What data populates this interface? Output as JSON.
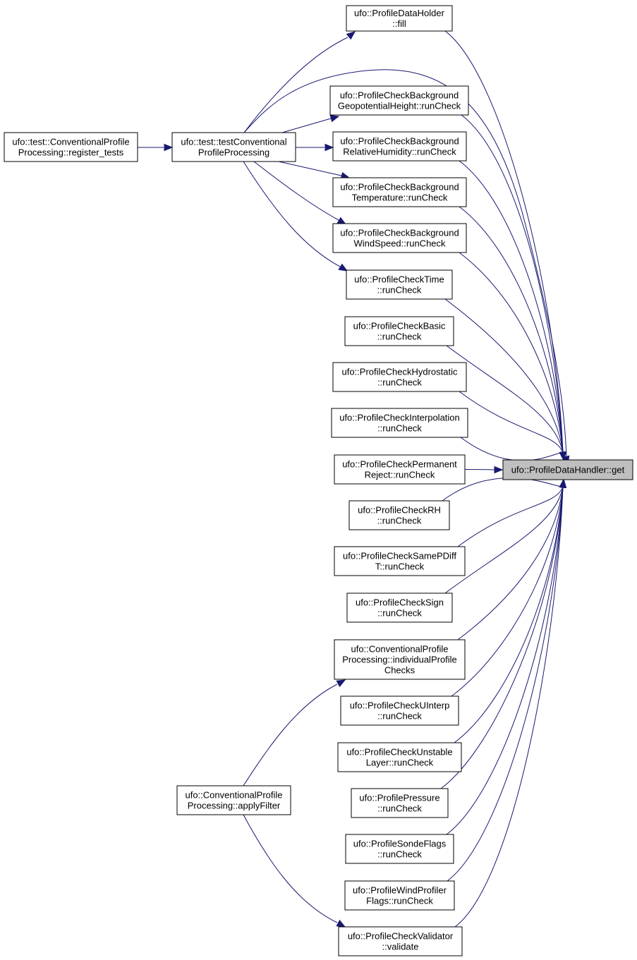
{
  "graph": {
    "nodes": [
      {
        "id": "fill",
        "lines": [
          "ufo::ProfileDataHolder",
          "::fill"
        ]
      },
      {
        "id": "bg_geo",
        "lines": [
          "ufo::ProfileCheckBackground",
          "GeopotentialHeight::runCheck"
        ]
      },
      {
        "id": "bg_rh",
        "lines": [
          "ufo::ProfileCheckBackground",
          "RelativeHumidity::runCheck"
        ]
      },
      {
        "id": "bg_temp",
        "lines": [
          "ufo::ProfileCheckBackground",
          "Temperature::runCheck"
        ]
      },
      {
        "id": "bg_ws",
        "lines": [
          "ufo::ProfileCheckBackground",
          "WindSpeed::runCheck"
        ]
      },
      {
        "id": "time",
        "lines": [
          "ufo::ProfileCheckTime",
          "::runCheck"
        ]
      },
      {
        "id": "basic",
        "lines": [
          "ufo::ProfileCheckBasic",
          "::runCheck"
        ]
      },
      {
        "id": "hydro",
        "lines": [
          "ufo::ProfileCheckHydrostatic",
          "::runCheck"
        ]
      },
      {
        "id": "interp",
        "lines": [
          "ufo::ProfileCheckInterpolation",
          "::runCheck"
        ]
      },
      {
        "id": "perm",
        "lines": [
          "ufo::ProfileCheckPermanent",
          "Reject::runCheck"
        ]
      },
      {
        "id": "rh",
        "lines": [
          "ufo::ProfileCheckRH",
          "::runCheck"
        ]
      },
      {
        "id": "same",
        "lines": [
          "ufo::ProfileCheckSamePDiff",
          "T::runCheck"
        ]
      },
      {
        "id": "sign",
        "lines": [
          "ufo::ProfileCheckSign",
          "::runCheck"
        ]
      },
      {
        "id": "indiv",
        "lines": [
          "ufo::ConventionalProfile",
          "Processing::individualProfile",
          "Checks"
        ]
      },
      {
        "id": "uinterp",
        "lines": [
          "ufo::ProfileCheckUInterp",
          "::runCheck"
        ]
      },
      {
        "id": "unstable",
        "lines": [
          "ufo::ProfileCheckUnstable",
          "Layer::runCheck"
        ]
      },
      {
        "id": "pressure",
        "lines": [
          "ufo::ProfilePressure",
          "::runCheck"
        ]
      },
      {
        "id": "sonde",
        "lines": [
          "ufo::ProfileSondeFlags",
          "::runCheck"
        ]
      },
      {
        "id": "wind",
        "lines": [
          "ufo::ProfileWindProfiler",
          "Flags::runCheck"
        ]
      },
      {
        "id": "validate",
        "lines": [
          "ufo::ProfileCheckValidator",
          "::validate"
        ]
      },
      {
        "id": "register",
        "lines": [
          "ufo::test::ConventionalProfile",
          "Processing::register_tests"
        ]
      },
      {
        "id": "testconv",
        "lines": [
          "ufo::test::testConventional",
          "ProfileProcessing"
        ]
      },
      {
        "id": "apply",
        "lines": [
          "ufo::ConventionalProfile",
          "Processing::applyFilter"
        ]
      },
      {
        "id": "get",
        "lines": [
          "ufo::ProfileDataHandler::get"
        ],
        "focus": true
      }
    ],
    "edges": [
      {
        "from": "fill",
        "to": "get"
      },
      {
        "from": "bg_geo",
        "to": "get"
      },
      {
        "from": "bg_rh",
        "to": "get"
      },
      {
        "from": "bg_temp",
        "to": "get"
      },
      {
        "from": "bg_ws",
        "to": "get"
      },
      {
        "from": "time",
        "to": "get"
      },
      {
        "from": "basic",
        "to": "get"
      },
      {
        "from": "hydro",
        "to": "get"
      },
      {
        "from": "interp",
        "to": "get"
      },
      {
        "from": "perm",
        "to": "get"
      },
      {
        "from": "rh",
        "to": "get"
      },
      {
        "from": "same",
        "to": "get"
      },
      {
        "from": "sign",
        "to": "get"
      },
      {
        "from": "indiv",
        "to": "get"
      },
      {
        "from": "uinterp",
        "to": "get"
      },
      {
        "from": "unstable",
        "to": "get"
      },
      {
        "from": "pressure",
        "to": "get"
      },
      {
        "from": "sonde",
        "to": "get"
      },
      {
        "from": "wind",
        "to": "get"
      },
      {
        "from": "validate",
        "to": "get"
      },
      {
        "from": "testconv",
        "to": "get"
      },
      {
        "from": "register",
        "to": "testconv"
      },
      {
        "from": "testconv",
        "to": "fill"
      },
      {
        "from": "testconv",
        "to": "bg_geo"
      },
      {
        "from": "testconv",
        "to": "bg_rh"
      },
      {
        "from": "testconv",
        "to": "bg_temp"
      },
      {
        "from": "testconv",
        "to": "bg_ws"
      },
      {
        "from": "testconv",
        "to": "time"
      },
      {
        "from": "apply",
        "to": "indiv"
      },
      {
        "from": "apply",
        "to": "validate"
      }
    ],
    "colors": {
      "edge": "#191970",
      "node_border": "#000000",
      "node_fill": "#ffffff",
      "focus_fill": "#bfbfbf"
    }
  }
}
